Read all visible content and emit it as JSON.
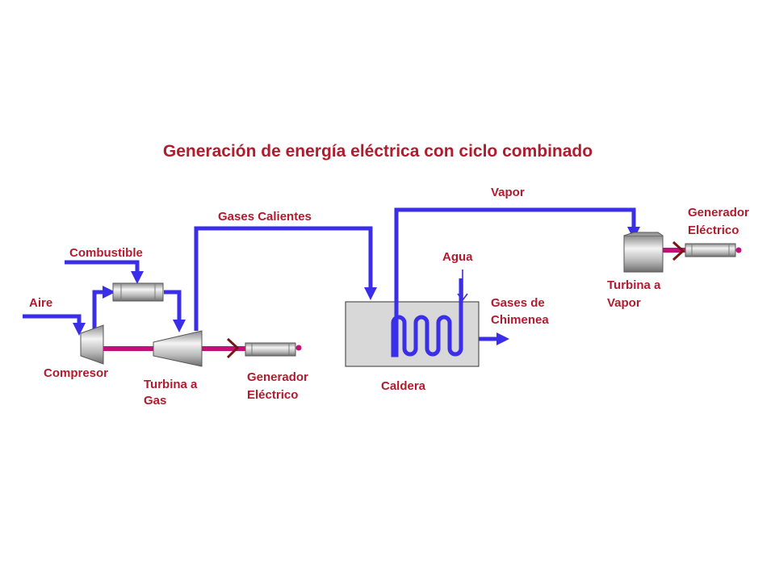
{
  "diagram": {
    "title": "Generación de energía eléctrica con ciclo combinado",
    "labels": {
      "air": "Aire",
      "fuel": "Combustible",
      "compressor": "Compresor",
      "gas_turbine_1": "Turbina a",
      "gas_turbine_2": "Gas",
      "generator_gas_1": "Generador",
      "generator_gas_2": "Eléctrico",
      "hot_gases": "Gases Calientes",
      "steam": "Vapor",
      "water": "Agua",
      "stack_gases_1": "Gases de",
      "stack_gases_2": "Chimenea",
      "boiler": "Caldera",
      "steam_turbine_1": "Turbina a",
      "steam_turbine_2": "Vapor",
      "generator_steam_1": "Generador",
      "generator_steam_2": "Eléctrico"
    },
    "colors": {
      "flow_pipe": "#3a2ee8",
      "shaft": "#c2127a",
      "label_text": "#b01c2e",
      "boiler_fill": "#d8d8d8"
    }
  }
}
